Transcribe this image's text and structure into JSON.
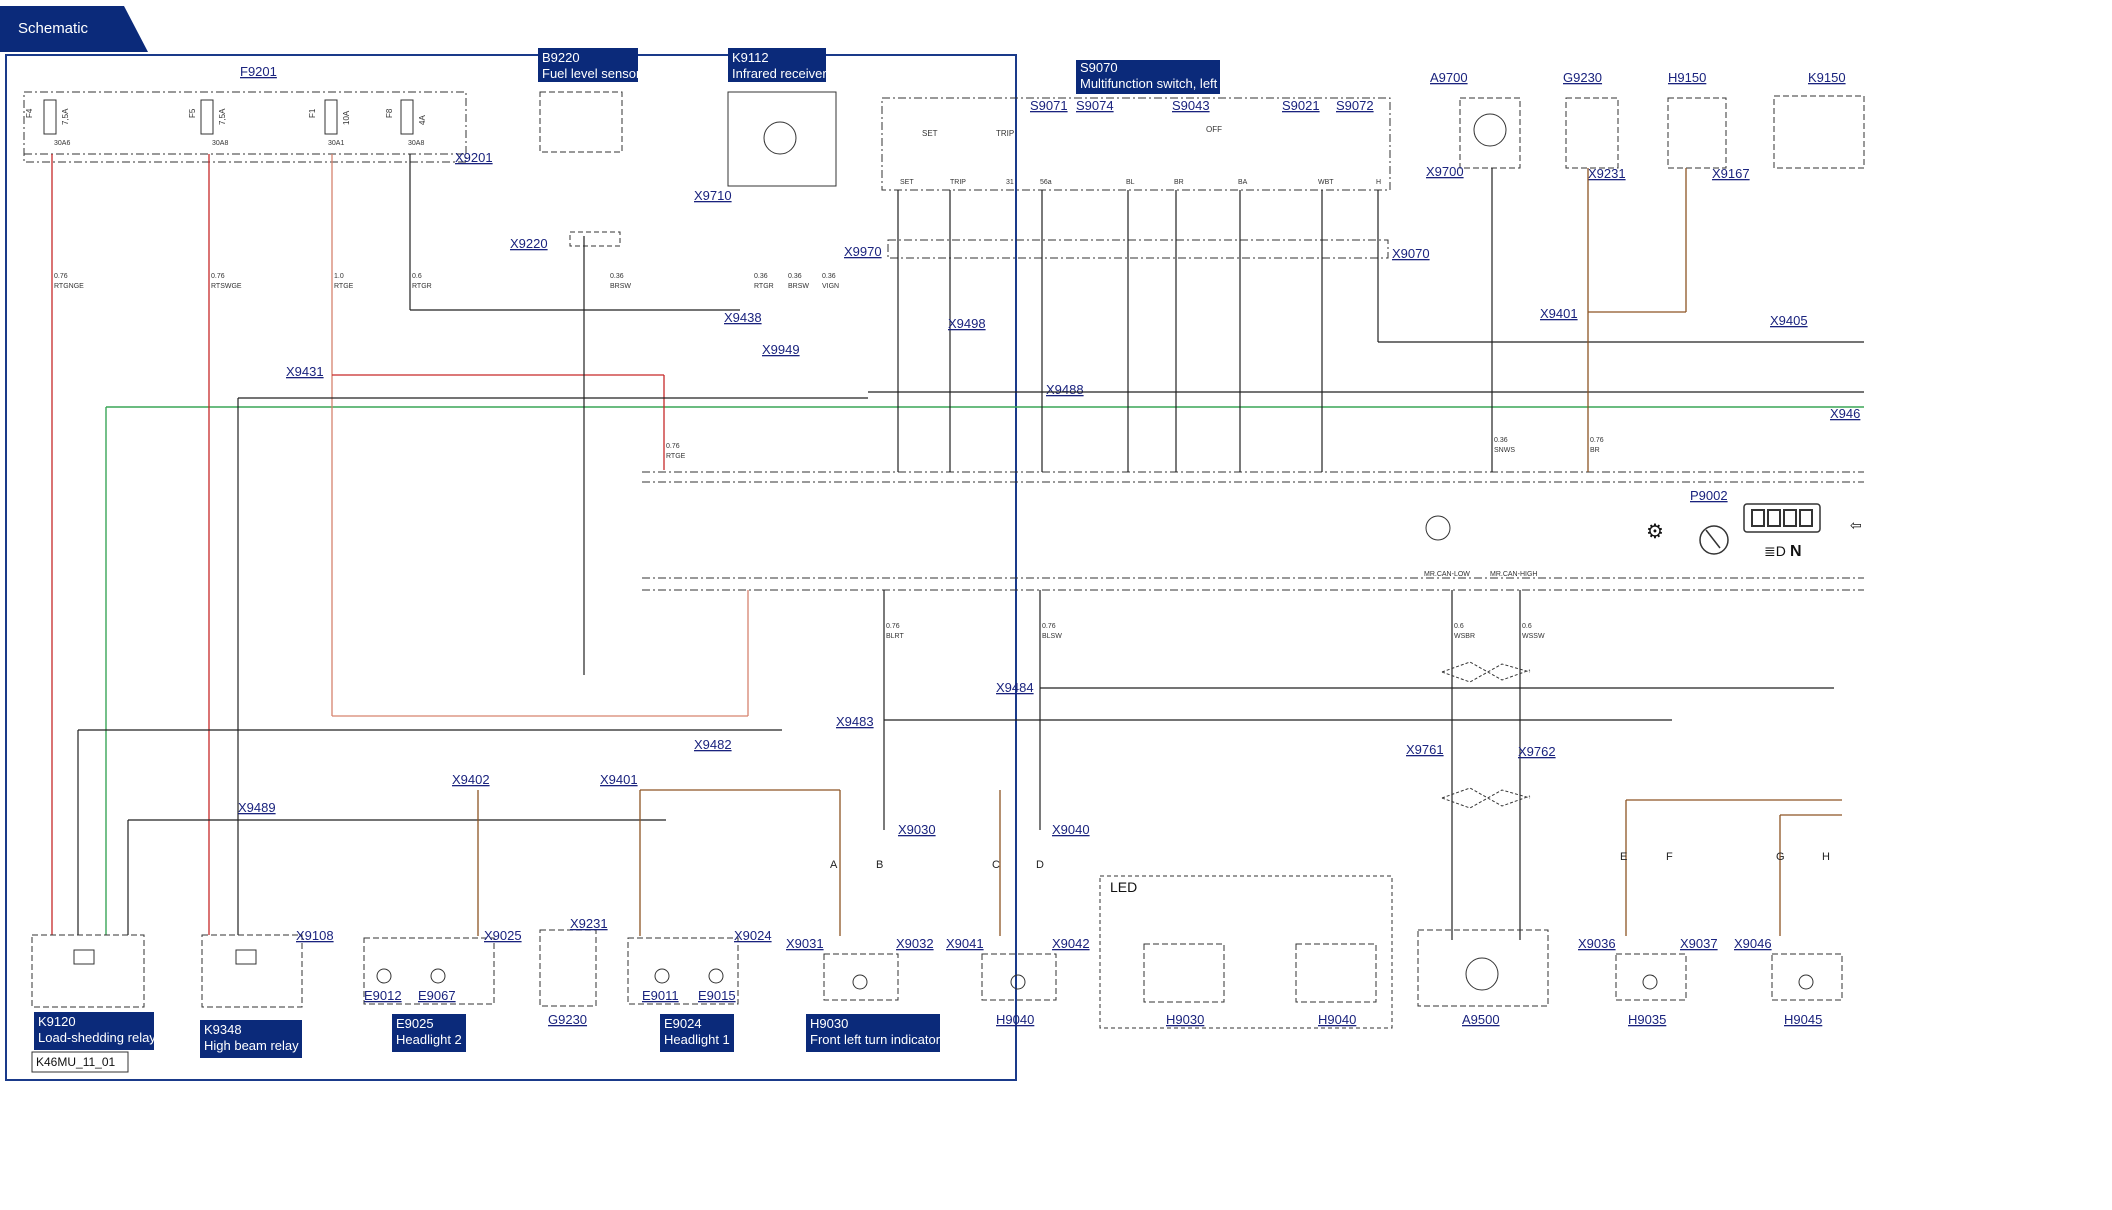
{
  "tab": {
    "label": "Schematic"
  },
  "document_id": "K46MU_11_01",
  "components": [
    {
      "id": "F9201",
      "caption": ""
    },
    {
      "id": "B9220",
      "caption": "Fuel level sensor"
    },
    {
      "id": "K9112",
      "caption": "Infrared receiver"
    },
    {
      "id": "S9070",
      "caption": "Multifunction switch, left"
    },
    {
      "id": "K9120",
      "caption": "Load-shedding relay"
    },
    {
      "id": "K9348",
      "caption": "High beam relay"
    },
    {
      "id": "E9025",
      "caption": "Headlight 2"
    },
    {
      "id": "E9024",
      "caption": "Headlight 1"
    },
    {
      "id": "H9030",
      "caption": "Front left turn indicator"
    }
  ],
  "fuses": [
    {
      "id": "F4",
      "rating": "7,5A",
      "pin": "30A6"
    },
    {
      "id": "F5",
      "rating": "7,5A",
      "pin": "30A8"
    },
    {
      "id": "F1",
      "rating": "10A",
      "pin": "30A1"
    },
    {
      "id": "F8",
      "rating": "4A",
      "pin": "30A8"
    }
  ],
  "switches": [
    "S9071",
    "S9074",
    "S9043",
    "S9021",
    "S9072"
  ],
  "switch_functions": [
    "SET",
    "TRIP",
    "OFF"
  ],
  "switch_pins": [
    "SET",
    "TRIP",
    "31",
    "56a",
    "BL",
    "BR",
    "BA",
    "WBT",
    "H"
  ],
  "right_components": [
    "A9700",
    "G9230",
    "H9150",
    "K9150",
    "P9002",
    "A9500",
    "H9035",
    "H9045"
  ],
  "bottom_components": [
    "E9012",
    "E9067",
    "G9230",
    "E9011",
    "E9015",
    "H9040",
    "H9030",
    "H9040"
  ],
  "connectors": [
    "X9201",
    "X9220",
    "X9710",
    "X9438",
    "X9949",
    "X9498",
    "X9970",
    "X9070",
    "X9700",
    "X9231",
    "X9167",
    "X9401",
    "X9405",
    "X9488",
    "X946",
    "X9431",
    "X9484",
    "X9483",
    "X9482",
    "X9489",
    "X9402",
    "X9401",
    "X9030",
    "X9040",
    "X9761",
    "X9762",
    "X9108",
    "X9025",
    "X9231",
    "X9024",
    "X9031",
    "X9032",
    "X9041",
    "X9042",
    "X9036",
    "X9037",
    "X9046"
  ],
  "wire_labels": [
    {
      "gauge": "0.76",
      "color": "RTGNGE"
    },
    {
      "gauge": "0.76",
      "color": "RTSWGE"
    },
    {
      "gauge": "1.0",
      "color": "RTGE"
    },
    {
      "gauge": "0.6",
      "color": "RTGR"
    },
    {
      "gauge": "0.36",
      "color": "BRSW"
    },
    {
      "gauge": "0.36",
      "color": "RTGR"
    },
    {
      "gauge": "0.36",
      "color": "BRSW"
    },
    {
      "gauge": "0.36",
      "color": "VIGN"
    },
    {
      "gauge": "0.76",
      "color": "RTGE"
    },
    {
      "gauge": "0.76",
      "color": "BLRT"
    },
    {
      "gauge": "0.76",
      "color": "BLSW"
    },
    {
      "gauge": "0.6",
      "color": "WSBR"
    },
    {
      "gauge": "0.6",
      "color": "WSSW"
    },
    {
      "gauge": "0.36",
      "color": "SNWS"
    },
    {
      "gauge": "0.76",
      "color": "BR"
    }
  ],
  "bus_labels": [
    "MR.CAN-LOW",
    "MR.CAN-HIGH"
  ],
  "led_label": "LED",
  "pin_letters": [
    "A",
    "B",
    "C",
    "D",
    "E",
    "F",
    "G",
    "H"
  ],
  "p9002_indicator": "N",
  "colors": {
    "tab": "#0b2a7a",
    "caption_bg": "#0b2a7a",
    "wire_black": "#222222",
    "wire_red": "#c62828",
    "wire_brown": "#8d5524",
    "wire_green": "#3aa657",
    "wire_salmon": "#d6836e",
    "link": "#1a237e"
  }
}
